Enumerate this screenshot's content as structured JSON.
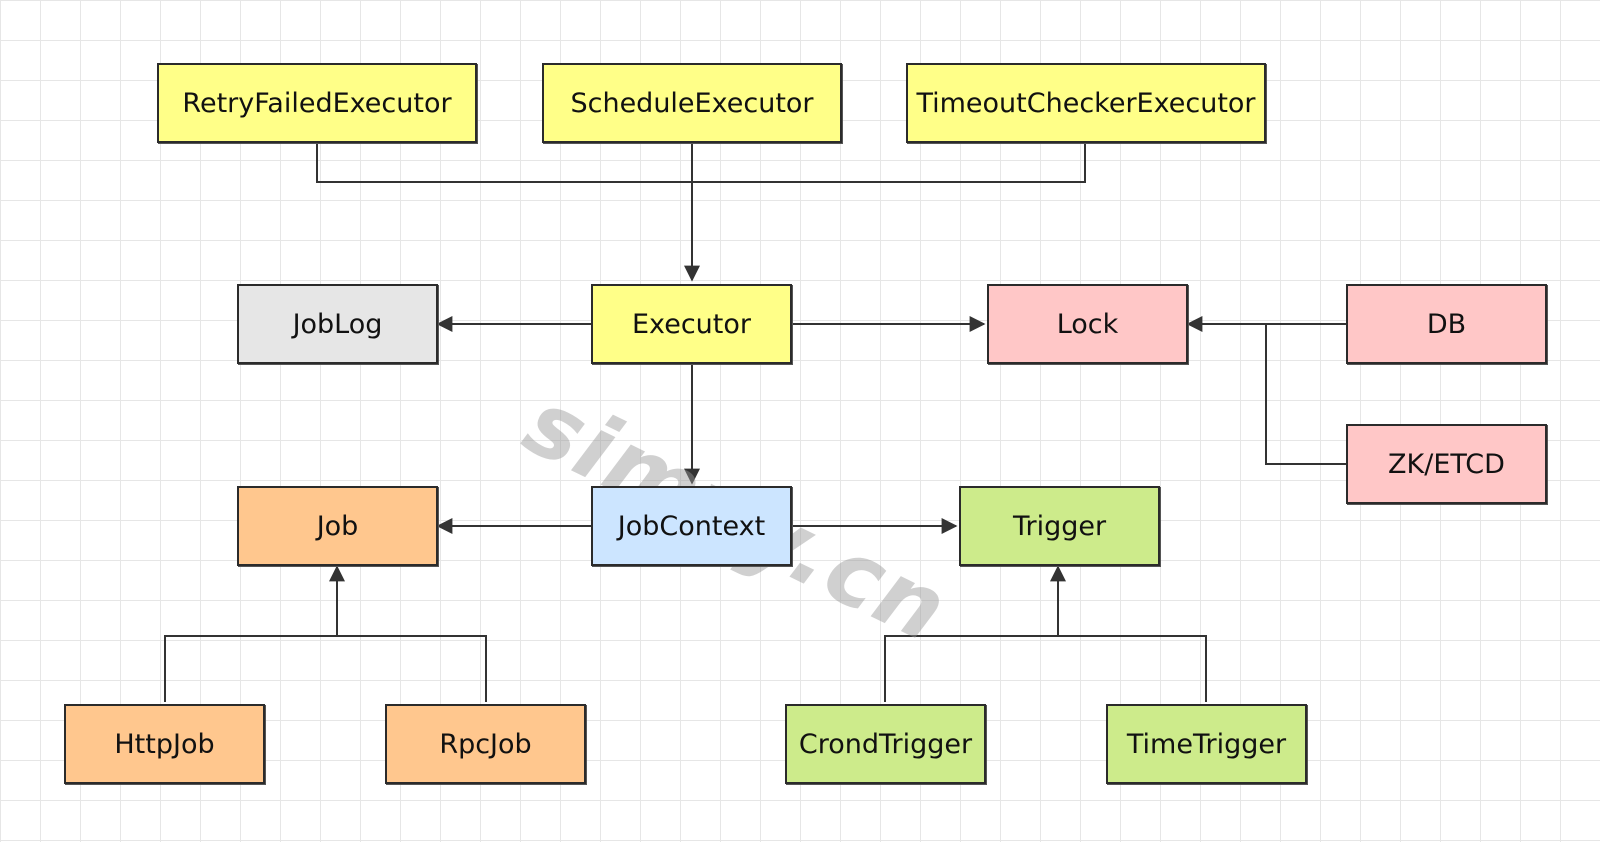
{
  "colors": {
    "yellow": "#ffff88",
    "gray": "#e6e6e6",
    "pink": "#ffc7c7",
    "blue": "#cce5ff",
    "orange": "#ffc78e",
    "green": "#cdeb8b"
  },
  "nodes": {
    "retry_failed_executor": "RetryFailedExecutor",
    "schedule_executor": "ScheduleExecutor",
    "timeout_checker_executor": "TimeoutCheckerExecutor",
    "job_log": "JobLog",
    "executor": "Executor",
    "lock": "Lock",
    "db": "DB",
    "zk_etcd": "ZK/ETCD",
    "job": "Job",
    "job_context": "JobContext",
    "trigger": "Trigger",
    "http_job": "HttpJob",
    "rpc_job": "RpcJob",
    "crond_trigger": "CrondTrigger",
    "time_trigger": "TimeTrigger"
  },
  "watermark": "simyy.cn"
}
